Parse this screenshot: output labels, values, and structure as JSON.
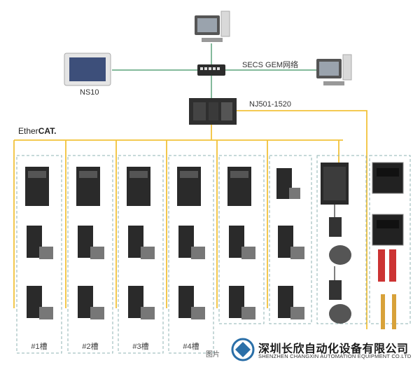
{
  "labels": {
    "ns10": "NS10",
    "secs": "SECS GEM网络",
    "nj": "NJ501-1520",
    "ethercat_a": "Ether",
    "ethercat_b": "CAT."
  },
  "slots": [
    "#1槽",
    "#2槽",
    "#3槽",
    "#4槽"
  ],
  "caption": "图片",
  "company": {
    "cn": "深圳长欣自动化设备有限公司",
    "en": "SHENZHEN CHANGXIN AUTOMATION EQUIPMENT CO.LTD"
  },
  "colors": {
    "bus": "#f2c23a",
    "network": "#5aa37a",
    "dash": "#8fb3b3",
    "logo": "#2a6fa8"
  }
}
